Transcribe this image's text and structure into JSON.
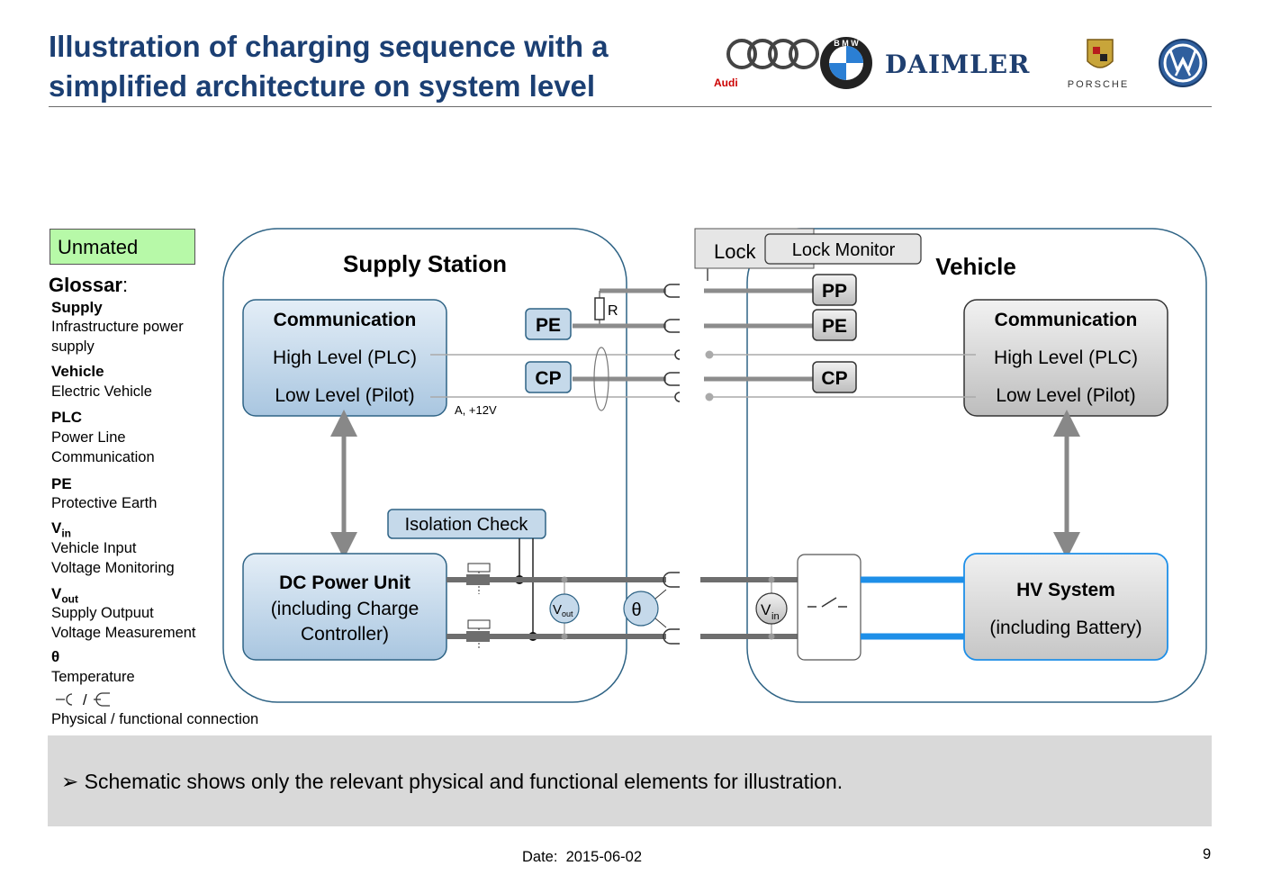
{
  "header": {
    "title_line1": "Illustration of charging sequence with a",
    "title_line2": "simplified architecture on system level",
    "logos": {
      "audi_label": "Audi",
      "daimler": "DAIMLER",
      "porsche": "PORSCHE",
      "bmw_letters": "B M W"
    }
  },
  "status": {
    "label": "Unmated",
    "color": "#b7f9a8"
  },
  "glossar": {
    "title": "Glossar",
    "colon": ":",
    "entries": [
      {
        "term": "Supply",
        "definition_line1": "Infrastructure power",
        "definition_line2": "supply"
      },
      {
        "term": "Vehicle",
        "definition_line1": "Electric Vehicle",
        "definition_line2": ""
      },
      {
        "term": "PLC",
        "definition_line1": "Power Line",
        "definition_line2": "Communication"
      },
      {
        "term": "PE",
        "definition_line1": "Protective Earth",
        "definition_line2": ""
      },
      {
        "term": "V",
        "sub": "in",
        "definition_line1": "Vehicle Input",
        "definition_line2": "Voltage Monitoring"
      },
      {
        "term": "V",
        "sub": "out",
        "definition_line1": "Supply Outpuut",
        "definition_line2": "Voltage Measurement"
      },
      {
        "term": "θ",
        "definition_line1": "Temperature",
        "definition_line2": ""
      }
    ],
    "legend_separator": "/",
    "legend_text": "Physical / functional connection"
  },
  "supply_station": {
    "title": "Supply Station",
    "communication": {
      "title": "Communication",
      "high_level": "High Level (PLC)",
      "low_level": "Low Level (Pilot)"
    },
    "dc_power_unit": {
      "title": "DC Power Unit",
      "line2": "(including Charge",
      "line3": "Controller)"
    },
    "isolation_check": "Isolation Check",
    "pe_label": "PE",
    "cp_label": "CP",
    "resistor_label": "R",
    "pilot_voltage": "A, +12V",
    "vout_main": "V",
    "vout_sub": "out",
    "theta": "θ"
  },
  "vehicle": {
    "title": "Vehicle",
    "lock": "Lock",
    "lock_monitor": "Lock Monitor",
    "pp_label": "PP",
    "pe_label": "PE",
    "cp_label": "CP",
    "communication": {
      "title": "Communication",
      "high_level": "High Level (PLC)",
      "low_level": "Low Level (Pilot)"
    },
    "hv_system": {
      "title": "HV System",
      "line2": "(including Battery)"
    },
    "vin_main": "V",
    "vin_sub": "in"
  },
  "colors": {
    "title_blue": "#1b3f73",
    "hv_blue": "#1e8fe8",
    "supply_box": "#c5d9ea",
    "vehicle_box": "#d9d9d9"
  },
  "note": "Schematic shows only the relevant physical and functional elements for illustration.",
  "note_bullet": "➢",
  "footer": {
    "date_label": "Date:",
    "date_value": "2015-06-02",
    "page": "9"
  }
}
